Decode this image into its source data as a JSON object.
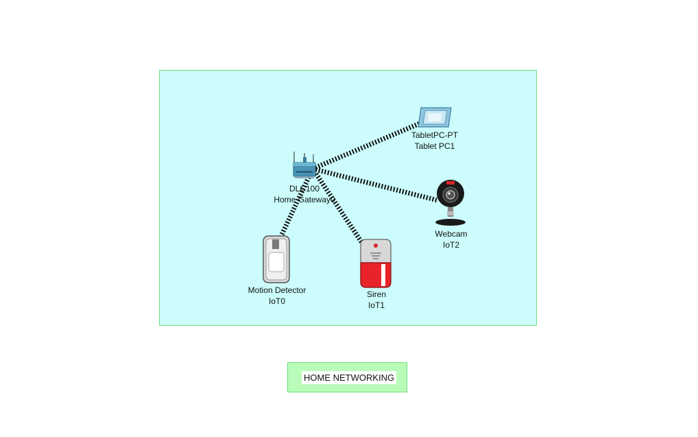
{
  "devices": {
    "gateway": {
      "model": "DLC100",
      "name": "Home Gateway0"
    },
    "tablet": {
      "model": "TabletPC-PT",
      "name": "Tablet PC1"
    },
    "webcam": {
      "model": "Webcam",
      "name": "IoT2"
    },
    "motion": {
      "model": "Motion Detector",
      "name": "IoT0"
    },
    "siren": {
      "model": "Siren",
      "name": "IoT1"
    }
  },
  "note": {
    "text": "HOME NETWORKING"
  },
  "colors": {
    "area_fill": "#ccfcfc",
    "area_border": "#6ee07a",
    "note_fill": "#b9fbb8",
    "link": "#111111"
  },
  "links": [
    {
      "from": "gateway",
      "to": "tablet",
      "type": "wireless"
    },
    {
      "from": "gateway",
      "to": "webcam",
      "type": "wireless"
    },
    {
      "from": "gateway",
      "to": "motion",
      "type": "wireless"
    },
    {
      "from": "gateway",
      "to": "siren",
      "type": "wireless"
    }
  ]
}
